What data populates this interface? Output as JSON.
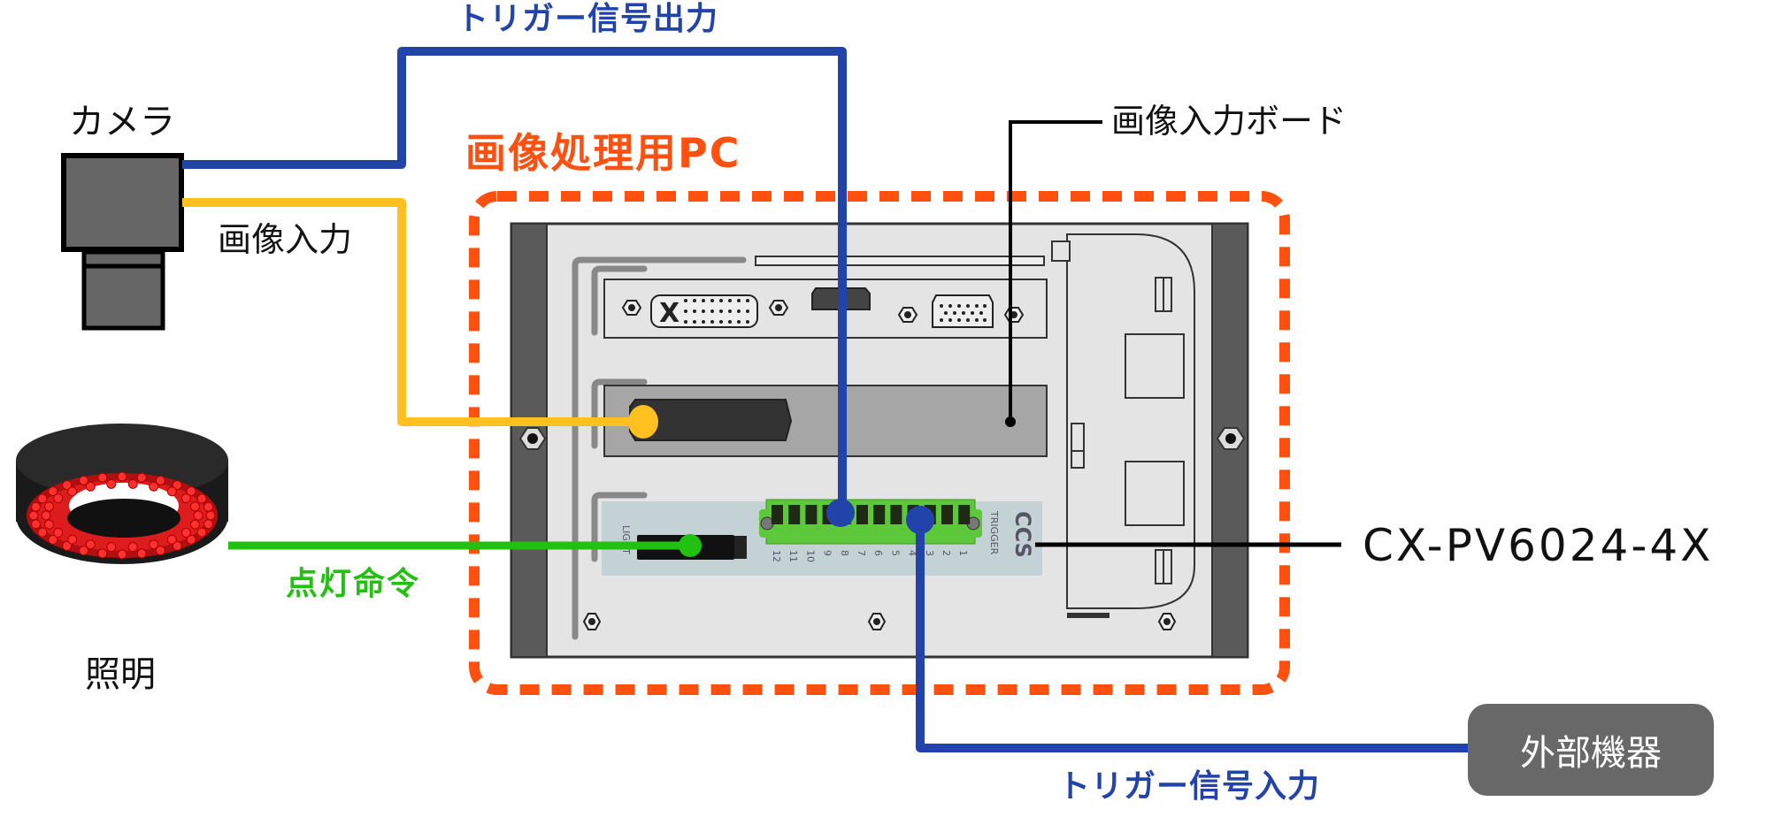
{
  "labels": {
    "trigger_output": "トリガー信号出力",
    "camera": "カメラ",
    "image_input": "画像入力",
    "pc_title": "画像処理用PC",
    "image_input_board": "画像入力ボード",
    "lighting_command": "点灯命令",
    "lighting": "照明",
    "model": "CX-PV6024-4X",
    "external_device": "外部機器",
    "trigger_input": "トリガー信号入力"
  },
  "board": {
    "brand": "CCS",
    "light_port": "LIGHT",
    "trigger_port": "TRIGGER",
    "terminal_numbers": [
      "12",
      "11",
      "10",
      "9",
      "8",
      "7",
      "6",
      "5",
      "4",
      "3",
      "2",
      "1"
    ]
  },
  "colors": {
    "trigger_line": "#2244aa",
    "image_line": "#ffc020",
    "light_line": "#22c010",
    "pc_border": "#ff5010",
    "terminal_block": "#5cc83a",
    "external_box": "#686868"
  }
}
